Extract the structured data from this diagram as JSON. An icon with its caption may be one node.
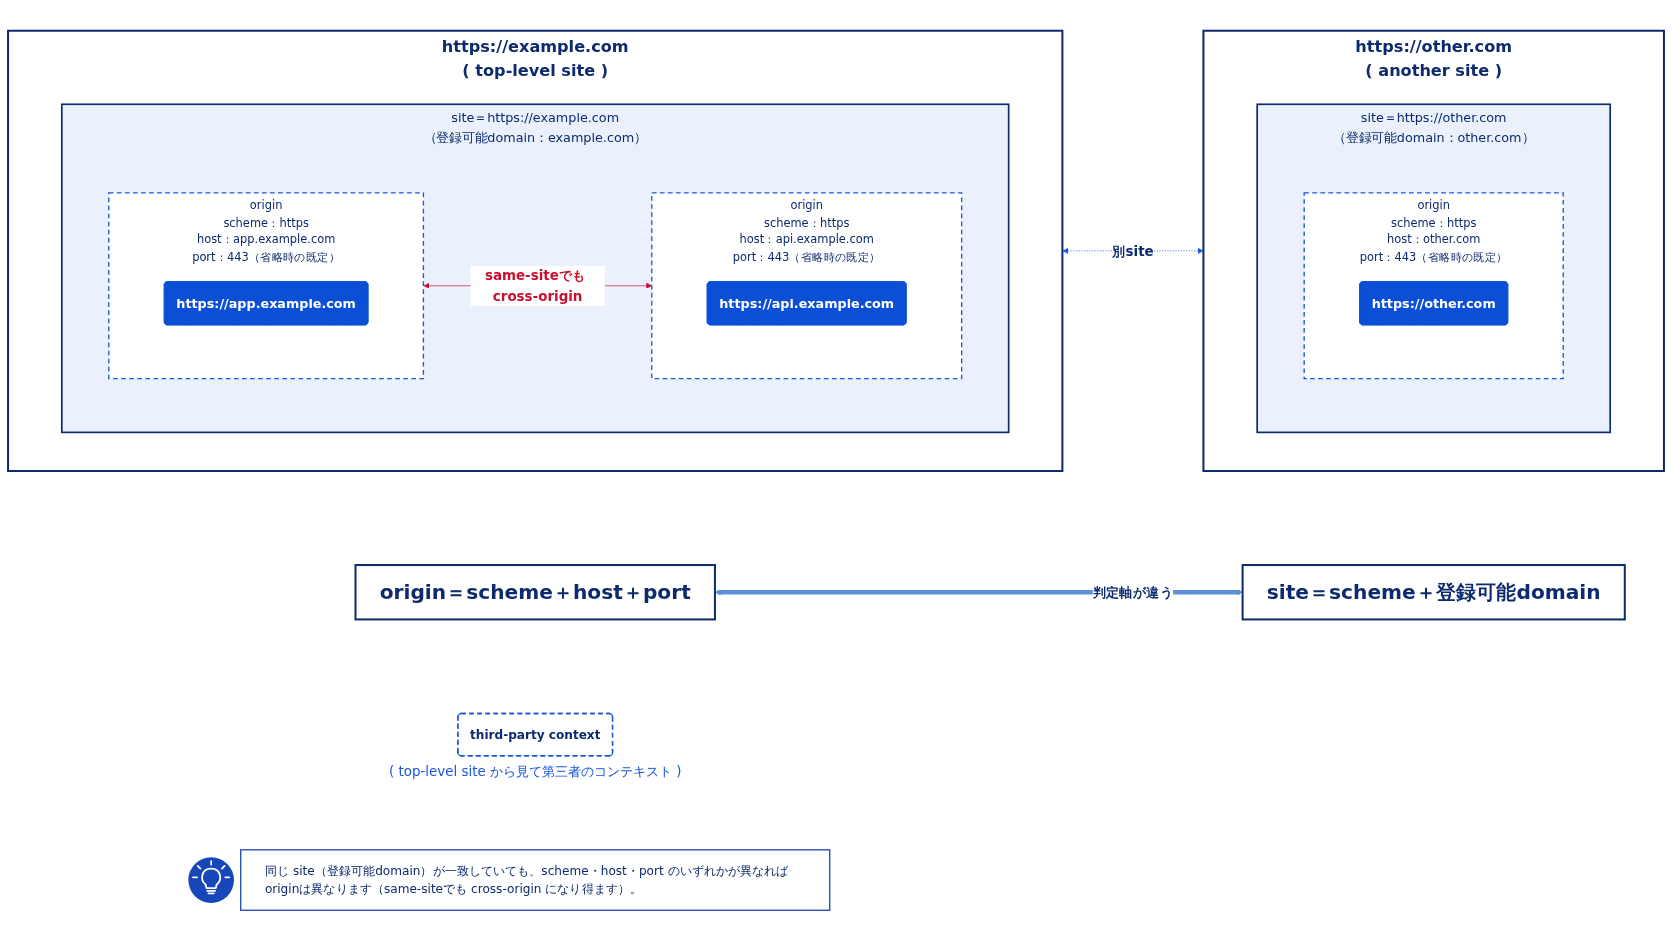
{
  "diagram": {
    "nodes": [
      {
        "text": [
          "origin＝scheme＋host＋port"
        ]
      },
      {
        "text": [
          "site＝scheme＋登録可能domain"
        ]
      },
      {
        "text": [
          "https://example.com",
          "( top-level site )"
        ]
      },
      {
        "text": [
          "site＝https://example.com",
          "（登録可能domain：example.com）"
        ],
        "in": 2
      },
      {
        "text": [
          "origin",
          "scheme：https",
          "host：app.example.com",
          "port：443（省略時の既定）"
        ],
        "in": 3
      },
      {
        "text": [
          "https://app.example.com"
        ],
        "in": 4
      },
      {
        "text": [
          "origin",
          "scheme：https",
          "host：api.example.com",
          "port：443（省略時の既定）"
        ],
        "in": 3
      },
      {
        "text": [
          "https://api.example.com"
        ],
        "in": 6
      },
      {
        "text": [
          "third-party context"
        ],
        "beside": [
          "( top-level site から見て第三者のコンテキスト )"
        ]
      },
      {
        "text": [
          "https://other.com",
          "( another site )"
        ]
      },
      {
        "text": [
          "site＝https://other.com",
          "（登録可能domain：other.com）"
        ],
        "in": 9
      },
      {
        "text": [
          "origin",
          "scheme：https",
          "host：other.com",
          "port：443（省略時の既定）"
        ],
        "in": 10
      },
      {
        "text": [
          "https://other.com"
        ],
        "in": 11
      },
      {
        "text": [
          "同じ site（登録可能domain）が一致していても、scheme・host・port のいずれかが異なれば originは異なります（same-siteでも cross-origin になり得ます）。"
        ]
      }
    ],
    "edges": [
      {
        "from": 0,
        "to": 1,
        "arrow": "both",
        "label": "判定軸が違う",
        "style": "thick",
        "color": "#5b8fd9"
      },
      {
        "from": 4,
        "to": 6,
        "arrow": "both",
        "label": "same-siteでも cross-origin",
        "color": "#c8102e"
      },
      {
        "from": 2,
        "to": 9,
        "arrow": "both",
        "label": "別site",
        "style": "dashed",
        "color": "#1a56e8"
      }
    ]
  }
}
